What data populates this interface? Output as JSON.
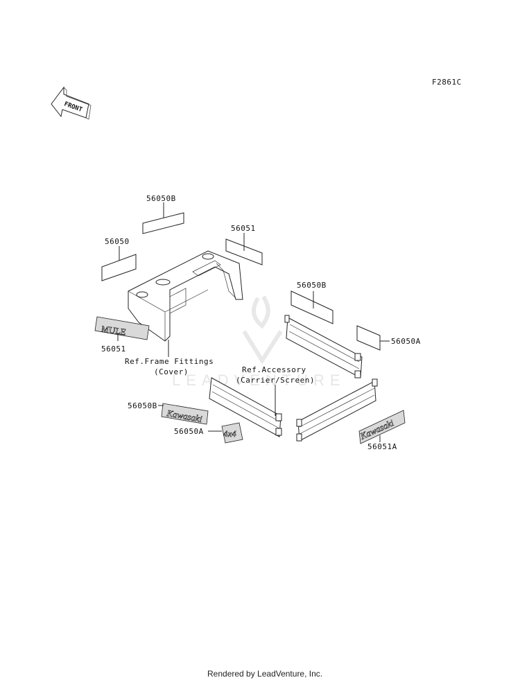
{
  "figure_code": "F2861C",
  "front_arrow_label": "FRONT",
  "watermark": "LEADVENTURE",
  "callouts": {
    "c56050b_top": "56050B",
    "c56050_left": "56050",
    "c56051_top": "56051",
    "c56050b_right": "56050B",
    "c56051_left": "56051",
    "c56050a_right": "56050A",
    "c56050b_lower": "56050B",
    "c56050a_lower": "56050A",
    "c56051a": "56051A"
  },
  "references": {
    "frame_line1": "Ref.Frame Fittings",
    "frame_line2": "(Cover)",
    "accessory_line1": "Ref.Accessory",
    "accessory_line2": "(Carrier/Screen)"
  },
  "decals": {
    "mule": "MULE",
    "kawasaki_1": "Kawasaki",
    "kawasaki_2": "Kawasaki",
    "fourx4": "4x4"
  },
  "footer": "Rendered by LeadVenture, Inc."
}
